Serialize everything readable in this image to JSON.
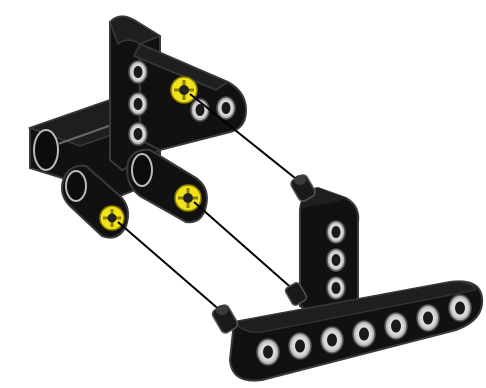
{
  "diagram": {
    "kind": "building-instruction-step",
    "parts": [
      {
        "name": "upper-L-beam",
        "color": "#111111"
      },
      {
        "name": "cross-beam-left",
        "color": "#111111"
      },
      {
        "name": "cross-beam-front",
        "color": "#111111"
      },
      {
        "name": "short-beam-front",
        "color": "#111111"
      },
      {
        "name": "vertical-beam-right",
        "color": "#111111"
      },
      {
        "name": "long-beam-bottom",
        "color": "#111111"
      }
    ],
    "highlight_color": "#f2e21a",
    "axle_color": "#1a1a1a",
    "guide_line_color": "#000000",
    "hole_fill_color": "#d8d8d8",
    "beam_edge_color": "#3a3a3a"
  }
}
